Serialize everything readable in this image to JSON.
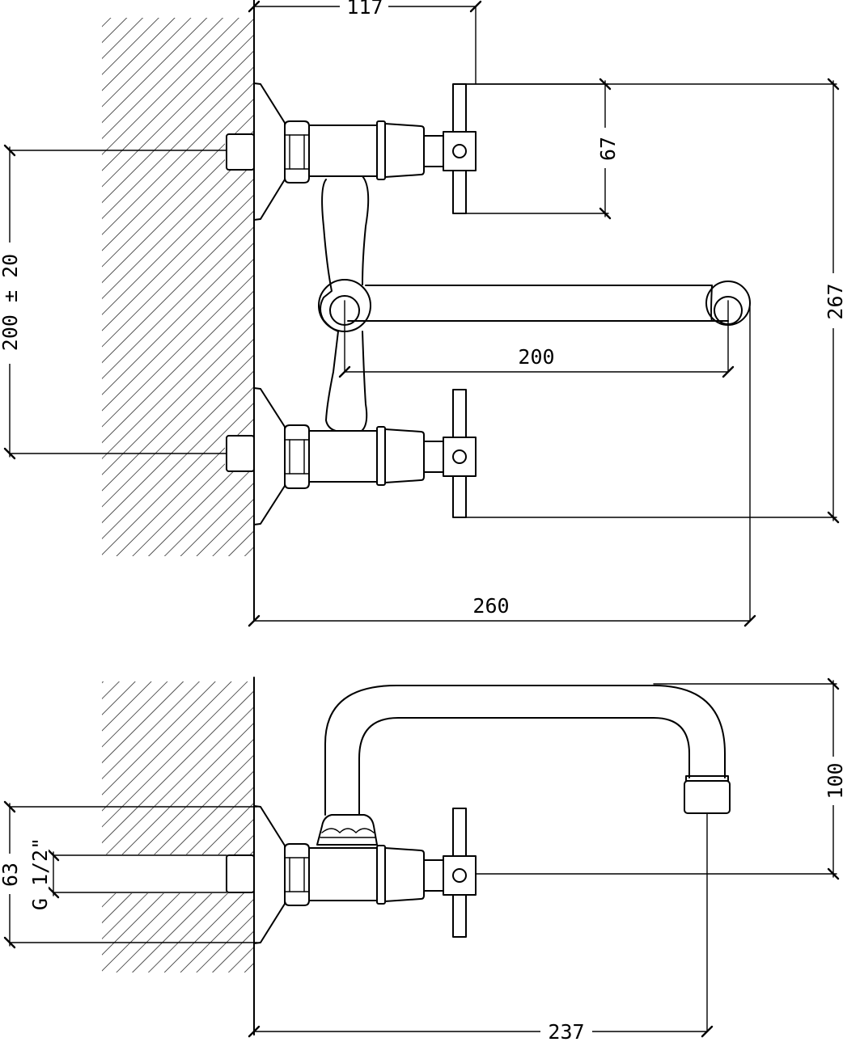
{
  "dimensions": {
    "top_depth": "117",
    "handle_spacing": "67",
    "overall_height": "267",
    "spout_center": "200",
    "inlet_spacing": "200 ± 20",
    "overall_length": "260",
    "spout_height": "100",
    "flange_diameter": "63",
    "thread_size": "G 1/2\"",
    "side_length": "237"
  },
  "colors": {
    "ink": "#000000",
    "paper": "#ffffff"
  }
}
